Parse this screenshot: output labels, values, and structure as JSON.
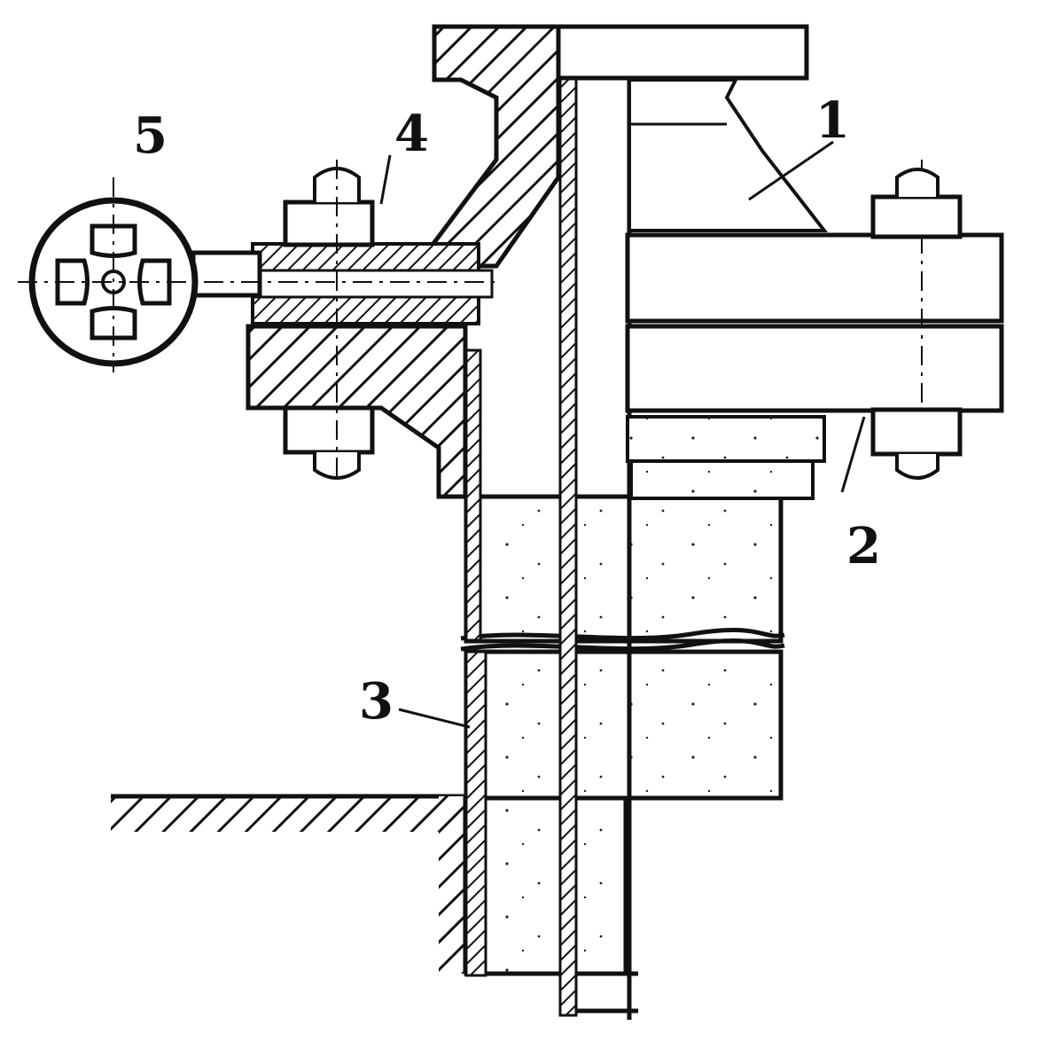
{
  "diagram": {
    "callouts": [
      {
        "id": "1",
        "text": "1"
      },
      {
        "id": "2",
        "text": "2"
      },
      {
        "id": "3",
        "text": "3"
      },
      {
        "id": "4",
        "text": "4"
      },
      {
        "id": "5",
        "text": "5"
      }
    ]
  },
  "colors": {
    "ink": "#111111",
    "paper": "#ffffff",
    "hatch": "#111111"
  }
}
